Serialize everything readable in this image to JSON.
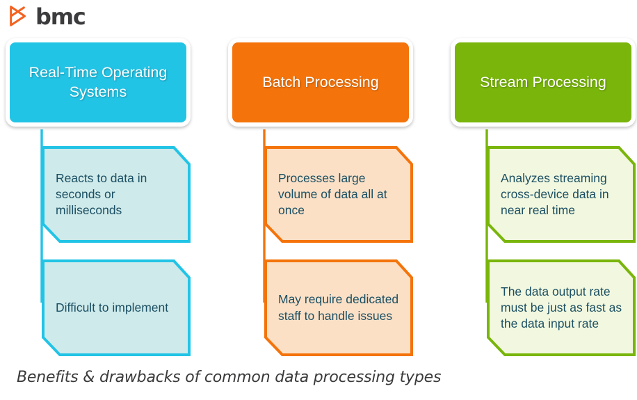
{
  "logo": {
    "name": "bmc-logo",
    "wordmark": "bmc",
    "mark_icon": "bmc-bowtie-icon",
    "mark_color": "#F4621F",
    "wordmark_color": "#3B3B3D"
  },
  "caption": {
    "text": "Benefits & drawbacks of common data processing types"
  },
  "columns": [
    {
      "id": "real-time-operating-systems",
      "title": "Real-Time Operating Systems",
      "accent_color": "#22C4E6",
      "sub_fill": "#CFEAEA",
      "sub_border": "#22C4E6",
      "text_color": "#1B4F63",
      "items": [
        {
          "text": "Reacts to data in seconds or milliseconds"
        },
        {
          "text": "Difficult to implement"
        }
      ]
    },
    {
      "id": "batch-processing",
      "title": "Batch Processing",
      "accent_color": "#F4740B",
      "sub_fill": "#FBE0C6",
      "sub_border": "#F4740B",
      "text_color": "#1B4F63",
      "items": [
        {
          "text": "Processes large volume of data all at once"
        },
        {
          "text": "May require dedicated staff to handle issues"
        }
      ]
    },
    {
      "id": "stream-processing",
      "title": "Stream Processing",
      "accent_color": "#79B50B",
      "sub_fill": "#F2F8DF",
      "sub_border": "#79B50B",
      "text_color": "#1B4F63",
      "items": [
        {
          "text": "Analyzes streaming cross-device data in near real time"
        },
        {
          "text": "The data output rate must be just as fast as the data input rate"
        }
      ]
    }
  ]
}
